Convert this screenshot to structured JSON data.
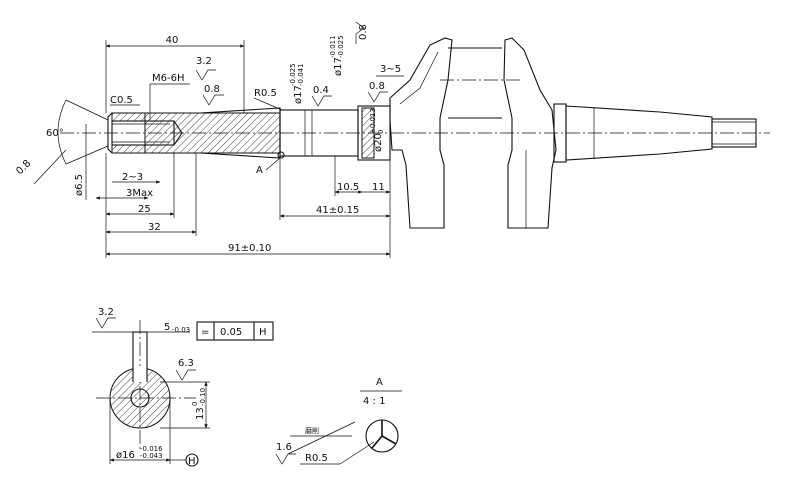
{
  "colors": {
    "line": "#111111",
    "background": "#ffffff"
  },
  "main_view": {
    "dim_40": "40",
    "dim_3_2": "3.2",
    "thread": "M6-6H",
    "chamfer": "C0.5",
    "rough_0_8_a": "0.8",
    "radius": "R0.5",
    "dia17_a": "ø17",
    "dia17_a_upper": "-0.025",
    "dia17_a_lower": "-0.041",
    "dia17_b": "ø17",
    "dia17_b_upper": "-0.011",
    "dia17_b_lower": "-0.025",
    "rough_0_8_b": "0.8",
    "rough_0_4": "0.4",
    "dim_3_5": "3~5",
    "rough_0_8_c": "0.8",
    "dia20": "ø20",
    "dia20_upper": "+0.013",
    "dia20_lower": "0",
    "angle": "60°",
    "rough_0_8_d": "0.8",
    "dia6_5": "ø6.5",
    "dim_2_3": "2~3",
    "dim_3max": "3Max",
    "dim_25": "25",
    "dim_32": "32",
    "detail_ref": "A",
    "dim_10_5": "10.5",
    "dim_11": "11",
    "dim_41": "41±0.15",
    "dim_91": "91±0.10"
  },
  "section_view": {
    "rough_3_2": "3.2",
    "keyway_width": "5",
    "keyway_tol": "-0.03",
    "tol_symbol": "=",
    "tol_value": "0.05",
    "datum_ref": "H",
    "rough_6_3": "6.3",
    "depth": "13",
    "depth_upper": "0",
    "depth_lower": "-0.10",
    "diameter": "ø16",
    "dia_upper": "-0.016",
    "dia_lower": "-0.043",
    "datum_label": "H"
  },
  "detail_view": {
    "label": "A",
    "scale": "4 : 1",
    "rough_1_6": "1.6",
    "note": "磨削",
    "radius": "R0.5"
  }
}
